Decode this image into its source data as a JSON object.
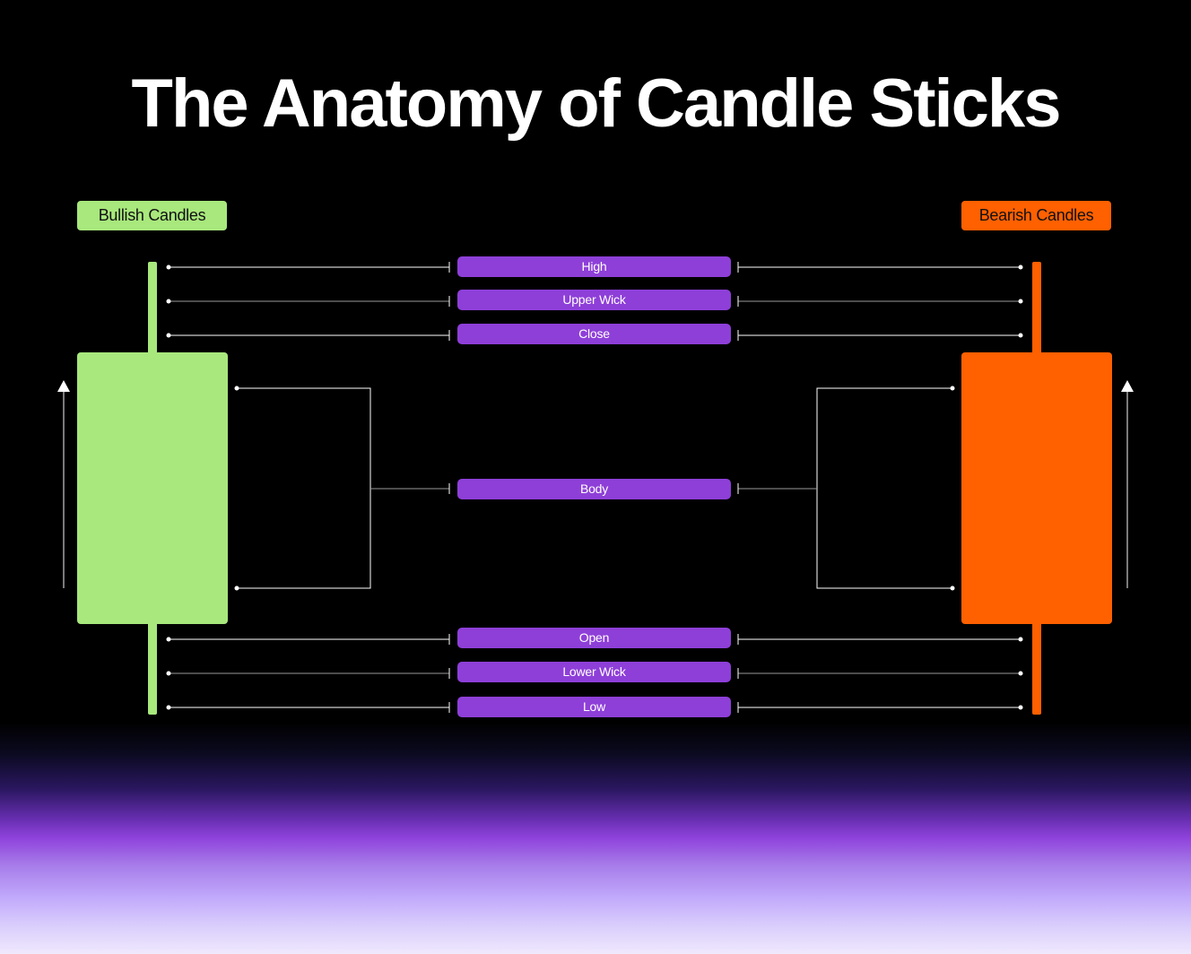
{
  "title": "The Anatomy of Candle Sticks",
  "badges": {
    "bullish": {
      "label": "Bullish Candles",
      "color": "#a8e87c"
    },
    "bearish": {
      "label": "Bearish Candles",
      "color": "#ff6000"
    }
  },
  "labels": {
    "high": "High",
    "upper_wick": "Upper Wick",
    "close": "Close",
    "body": "Body",
    "open": "Open",
    "lower_wick": "Lower Wick",
    "low": "Low"
  },
  "colors": {
    "label_pill": "#8e3fd8",
    "connector": "#ffffff",
    "background": "#000000"
  },
  "icons": {
    "bullish_direction": "arrow-up-icon",
    "bearish_direction": "arrow-up-icon"
  }
}
